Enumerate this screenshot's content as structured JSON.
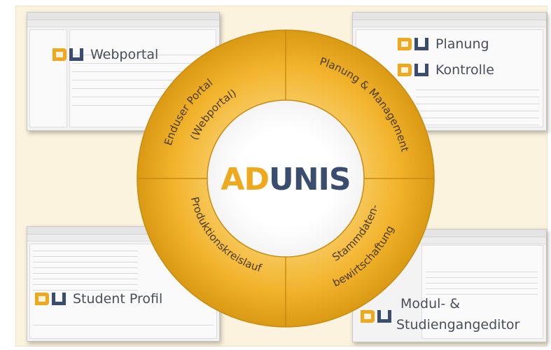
{
  "center_logo": {
    "part1": "AD",
    "part2": "UNIS"
  },
  "ring_segments": [
    {
      "line1": "Enduser Portal",
      "line2": "(Webportal)"
    },
    {
      "line1": "Planung & Management",
      "line2": ""
    },
    {
      "line1": "Stammdaten-",
      "line2": "bewirtschaftung"
    },
    {
      "line1": "Produktionskreislauf",
      "line2": ""
    }
  ],
  "modules": {
    "top_left": {
      "label": "Webportal"
    },
    "top_right": {
      "label1": "Planung",
      "label2": "Kontrolle"
    },
    "bottom_left": {
      "label": "Student Profil"
    },
    "bottom_right": {
      "label1": "Modul- &",
      "label2": "Studiengangeditor"
    }
  },
  "colors": {
    "ring": "#f2b32c",
    "ring_dark": "#c98b10",
    "logo_orange": "#f0a81c",
    "logo_navy": "#3a4d6e",
    "background": "#fbf3dd"
  }
}
